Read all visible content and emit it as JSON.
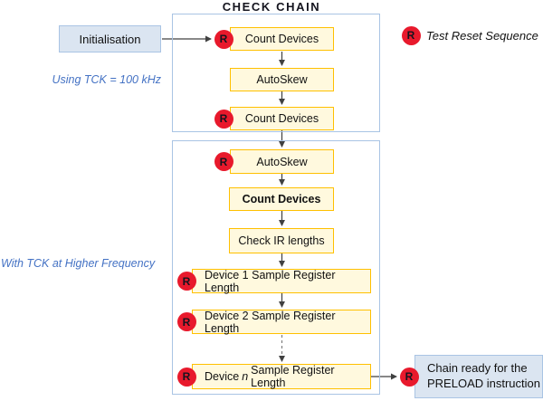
{
  "title": "CHECK CHAIN",
  "badge_letter": "R",
  "legend": {
    "label": "Test Reset Sequence"
  },
  "annotations": {
    "low_freq": "Using TCK = 100 kHz",
    "high_freq": "With TCK at Higher Frequency"
  },
  "nodes": {
    "initialisation": "Initialisation",
    "count_devices_1": "Count Devices",
    "autoskew_1": "AutoSkew",
    "count_devices_2": "Count Devices",
    "autoskew_2": "AutoSkew",
    "count_devices_3": "Count Devices",
    "check_ir_lengths": "Check IR lengths",
    "device_1": "Device 1 Sample Register Length",
    "device_2": "Device 2 Sample Register Length",
    "device_n_prefix": "Device",
    "device_n_var": "n",
    "device_n_suffix": "Sample Register Length",
    "chain_ready": "Chain ready for the PRELOAD instruction"
  },
  "colors": {
    "badge_red": "#e8192c",
    "box_yellow_fill": "#fff9de",
    "box_yellow_border": "#ffc000",
    "box_blue_fill": "#dbe5f1",
    "box_blue_border": "#a9c4e4",
    "group_frame_border": "#a9c4e4",
    "annotation_blue": "#4472c4",
    "arrow": "#404040",
    "title_text": "#14141e"
  }
}
